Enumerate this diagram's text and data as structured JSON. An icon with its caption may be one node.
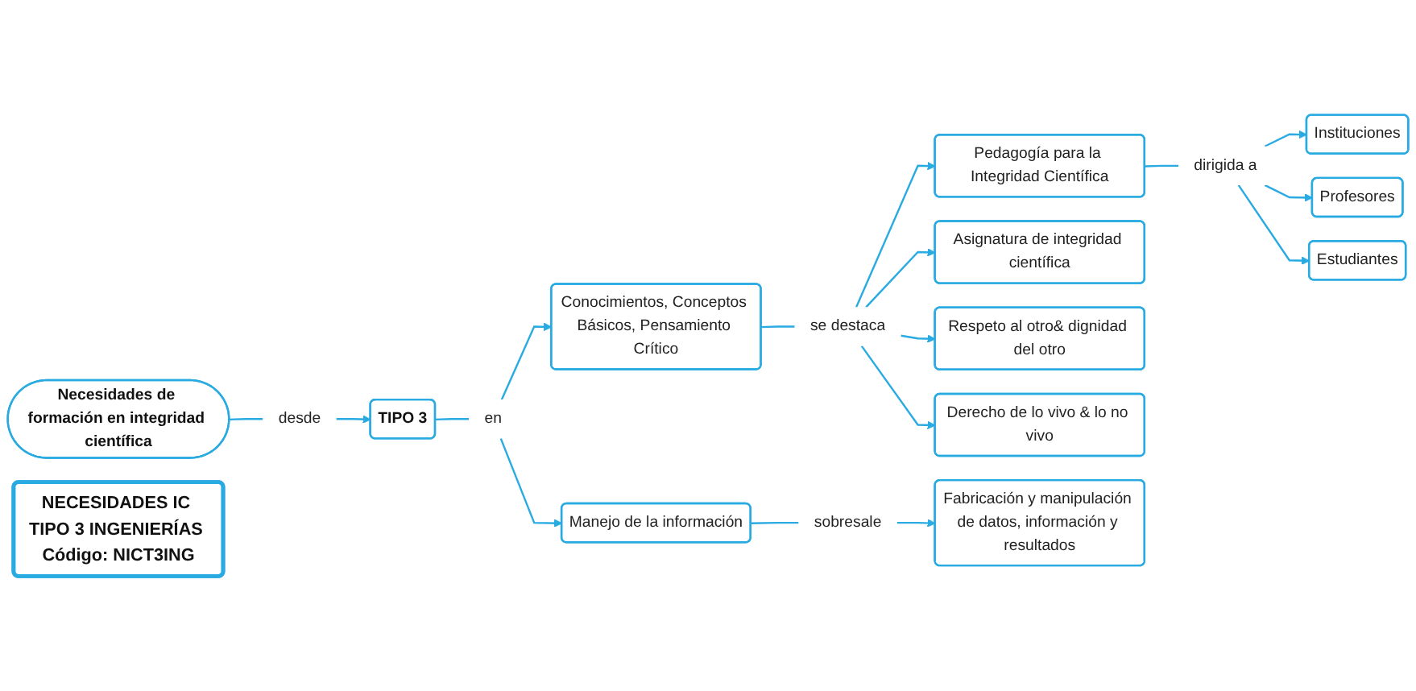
{
  "diagram": {
    "nodes": [
      {
        "text": [
          "Necesidades de formación en integridad científica"
        ]
      },
      {
        "text": [
          "desde"
        ]
      },
      {
        "text": [
          "TIPO 3"
        ]
      },
      {
        "text": [
          "en"
        ]
      },
      {
        "text": [
          "Conocimientos, Conceptos Básicos, Pensamiento Crítico"
        ]
      },
      {
        "text": [
          "se destaca"
        ]
      },
      {
        "text": [
          "Pedagogía para la Integridad Científica"
        ]
      },
      {
        "text": [
          "dirigida a"
        ]
      },
      {
        "text": [
          "Instituciones"
        ]
      },
      {
        "text": [
          "Profesores"
        ]
      },
      {
        "text": [
          "Estudiantes"
        ]
      },
      {
        "text": [
          "Asignatura de integridad científica"
        ]
      },
      {
        "text": [
          "Respeto al otro& dignidad del otro"
        ]
      },
      {
        "text": [
          "Derecho de lo vivo & lo no vivo"
        ]
      },
      {
        "text": [
          "Manejo de la información"
        ]
      },
      {
        "text": [
          "sobresale"
        ]
      },
      {
        "text": [
          "Fabricación y manipulación de datos, información y resultados"
        ]
      },
      {
        "text": [
          "NECESIDADES IC TIPO 3 INGENIERÍAS Código: NICT3ING"
        ]
      }
    ],
    "edges": [
      {
        "from": 0,
        "to": 1,
        "arrow": "none"
      },
      {
        "from": 1,
        "to": 2,
        "arrow": "to"
      },
      {
        "from": 2,
        "to": 3,
        "arrow": "none"
      },
      {
        "from": 3,
        "to": 4,
        "arrow": "to"
      },
      {
        "from": 3,
        "to": 14,
        "arrow": "to"
      },
      {
        "from": 4,
        "to": 5,
        "arrow": "none"
      },
      {
        "from": 5,
        "to": 6,
        "arrow": "to"
      },
      {
        "from": 5,
        "to": 11,
        "arrow": "to"
      },
      {
        "from": 5,
        "to": 12,
        "arrow": "to"
      },
      {
        "from": 5,
        "to": 13,
        "arrow": "to"
      },
      {
        "from": 6,
        "to": 7,
        "arrow": "none"
      },
      {
        "from": 7,
        "to": 8,
        "arrow": "to"
      },
      {
        "from": 7,
        "to": 9,
        "arrow": "to"
      },
      {
        "from": 7,
        "to": 10,
        "arrow": "to"
      },
      {
        "from": 14,
        "to": 15,
        "arrow": "none"
      },
      {
        "from": 15,
        "to": 16,
        "arrow": "to"
      }
    ]
  }
}
